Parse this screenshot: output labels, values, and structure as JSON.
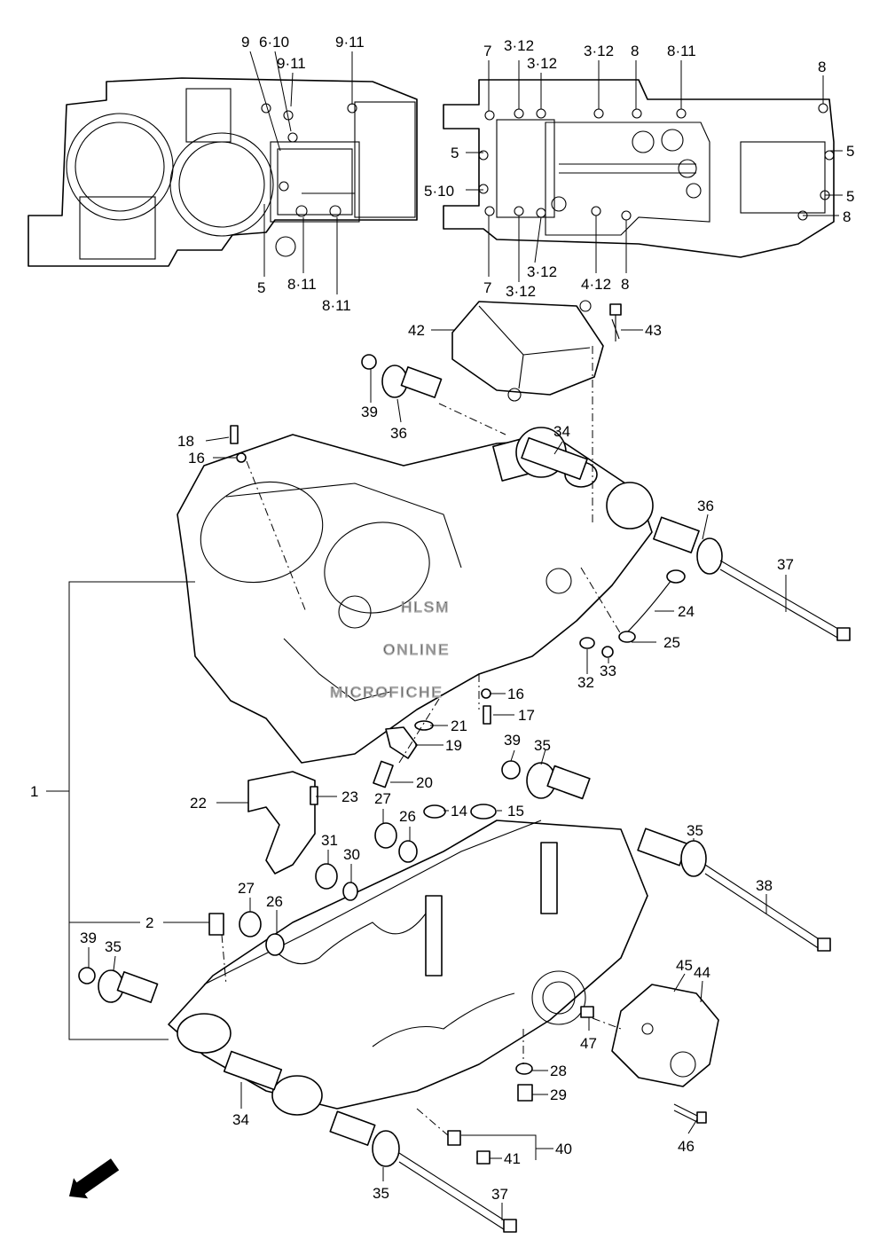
{
  "watermark": {
    "line1": "HLSM",
    "line2": "ONLINE",
    "line3": "MICROFICHE"
  },
  "fwd_label": "FWD",
  "callouts": {
    "c_9": "9",
    "c_6_10": "6·10",
    "c_9_11a": "9·11",
    "c_9_11b": "9·11",
    "c_5_top": "5",
    "c_8_11a": "8·11",
    "c_8_11b": "8·11",
    "c_7a": "7",
    "c_3_12a": "3·12",
    "c_3_12b": "3·12",
    "c_3_12c": "3·12",
    "c_8a": "8",
    "c_8_11c": "8·11",
    "c_8b": "8",
    "c_5a": "5",
    "c_5_10": "5·10",
    "c_5b": "5",
    "c_5c": "5",
    "c_8c": "8",
    "c_7b": "7",
    "c_3_12d": "3·12",
    "c_3_12e": "3·12",
    "c_4_12": "4·12",
    "c_8d": "8",
    "c_42": "42",
    "c_43": "43",
    "c_39a": "39",
    "c_36a": "36",
    "c_34a": "34",
    "c_36b": "36",
    "c_37a": "37",
    "c_18": "18",
    "c_16a": "16",
    "c_24": "24",
    "c_25": "25",
    "c_32": "32",
    "c_33": "33",
    "c_16b": "16",
    "c_17": "17",
    "c_21": "21",
    "c_19": "19",
    "c_20": "20",
    "c_39b": "39",
    "c_35a": "35",
    "c_1": "1",
    "c_22": "22",
    "c_23": "23",
    "c_27a": "27",
    "c_26a": "26",
    "c_14": "14",
    "c_15": "15",
    "c_31": "31",
    "c_30": "30",
    "c_35b": "35",
    "c_38": "38",
    "c_27b": "27",
    "c_26b": "26",
    "c_2": "2",
    "c_39c": "39",
    "c_35c": "35",
    "c_45": "45",
    "c_44": "44",
    "c_47": "47",
    "c_28": "28",
    "c_29": "29",
    "c_34b": "34",
    "c_46": "46",
    "c_40": "40",
    "c_41": "41",
    "c_35d": "35",
    "c_37b": "37"
  }
}
